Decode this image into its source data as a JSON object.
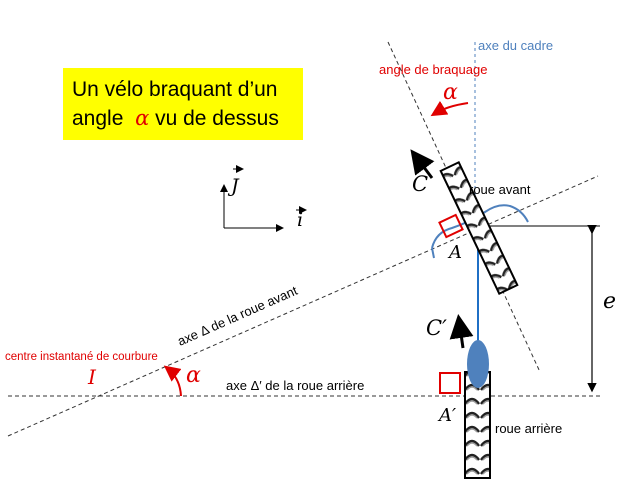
{
  "title": {
    "line1": "Un vélo braquant d’un",
    "line2_pre": "angle",
    "line2_symbol": "α",
    "line2_post": "vu de dessus"
  },
  "labels": {
    "axe_cadre": "axe du cadre",
    "angle_braquage": "angle de braquage",
    "alpha_top": "α",
    "C": "C",
    "roue_avant": "roue avant",
    "A": "A",
    "e": "e",
    "C_prime": "C′",
    "A_prime": "A′",
    "roue_arriere": "roue arrière",
    "axe_delta": "axe  Δ de la roue avant",
    "axe_delta_prime": "axe Δ′ de la roue arrière",
    "centre": "centre instantané de courbure",
    "I": "I",
    "alpha_bottom": "α",
    "J": "J",
    "i": "i"
  },
  "colors": {
    "red": "#e00000",
    "blue": "#4f81bd",
    "ellipse": "#4f81bd",
    "highlight": "#ffff00"
  }
}
